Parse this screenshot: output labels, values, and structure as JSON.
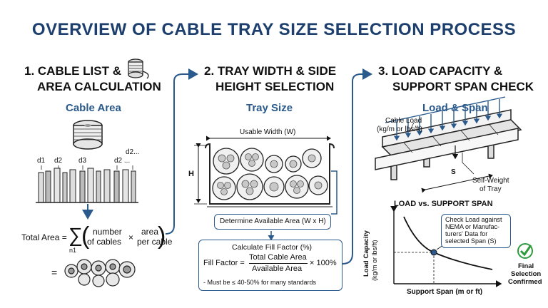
{
  "title": "OVERVIEW OF CABLE TRAY SIZE SELECTION PROCESS",
  "step1": {
    "heading_line1": "1. CABLE LIST &",
    "heading_line2": "AREA CALCULATION",
    "subheading": "Cable Area",
    "diam_labels": [
      "d1",
      "d2",
      "d3",
      "d2 ...",
      "d2..."
    ],
    "total_area_label": "Total Area =",
    "sum_symbol": "∑",
    "sum_index": "n1",
    "term_number": "number",
    "term_of_cables": "of cables",
    "times": "×",
    "term_area": "area",
    "term_per_cable": "per cable",
    "equals": "="
  },
  "step2": {
    "heading_line1": "2. TRAY WIDTH & SIDE",
    "heading_line2": "HEIGHT SELECTION",
    "subheading": "Tray Size",
    "usable_width": "Usable Width (W)",
    "height_label": "H",
    "available_area": "Determine Available Area (W x H)",
    "fill_title": "Calculate Fill Factor (%)",
    "fill_label": "Fill Factor =",
    "fill_numerator": "Total Cable Area",
    "fill_denominator": "Available Area",
    "fill_multiplier": "× 100%",
    "fill_note": "- Must be ≤ 40-50% for many standards"
  },
  "step3": {
    "heading_line1": "3. LOAD CAPACITY &",
    "heading_line2": "SUPPORT SPAN CHECK",
    "subheading": "Load & Span",
    "cable_load_line1": "Cable Load",
    "cable_load_line2": "(kg/m or lbs/ft)",
    "s_label": "S",
    "self_weight_line1": "Self-Weight",
    "self_weight_line2": "of Tray",
    "graph_title": "LOAD vs. SUPPORT SPAN",
    "ylabel_line1": "Load Capacity",
    "ylabel_line2": "(kg/m or lbs/ft)",
    "xlabel": "Support Span (m or ft)",
    "check_line1": "Check Load against",
    "check_line2": "NEMA or Manufac-",
    "check_line3": "turers' Data for",
    "check_line4": "selected Span (S)",
    "final_line1": "Final",
    "final_line2": "Selection",
    "final_line3": "Confirmed"
  },
  "colors": {
    "title": "#1c3f6e",
    "accent": "#2a5a8c",
    "check": "#2e9a3e"
  }
}
